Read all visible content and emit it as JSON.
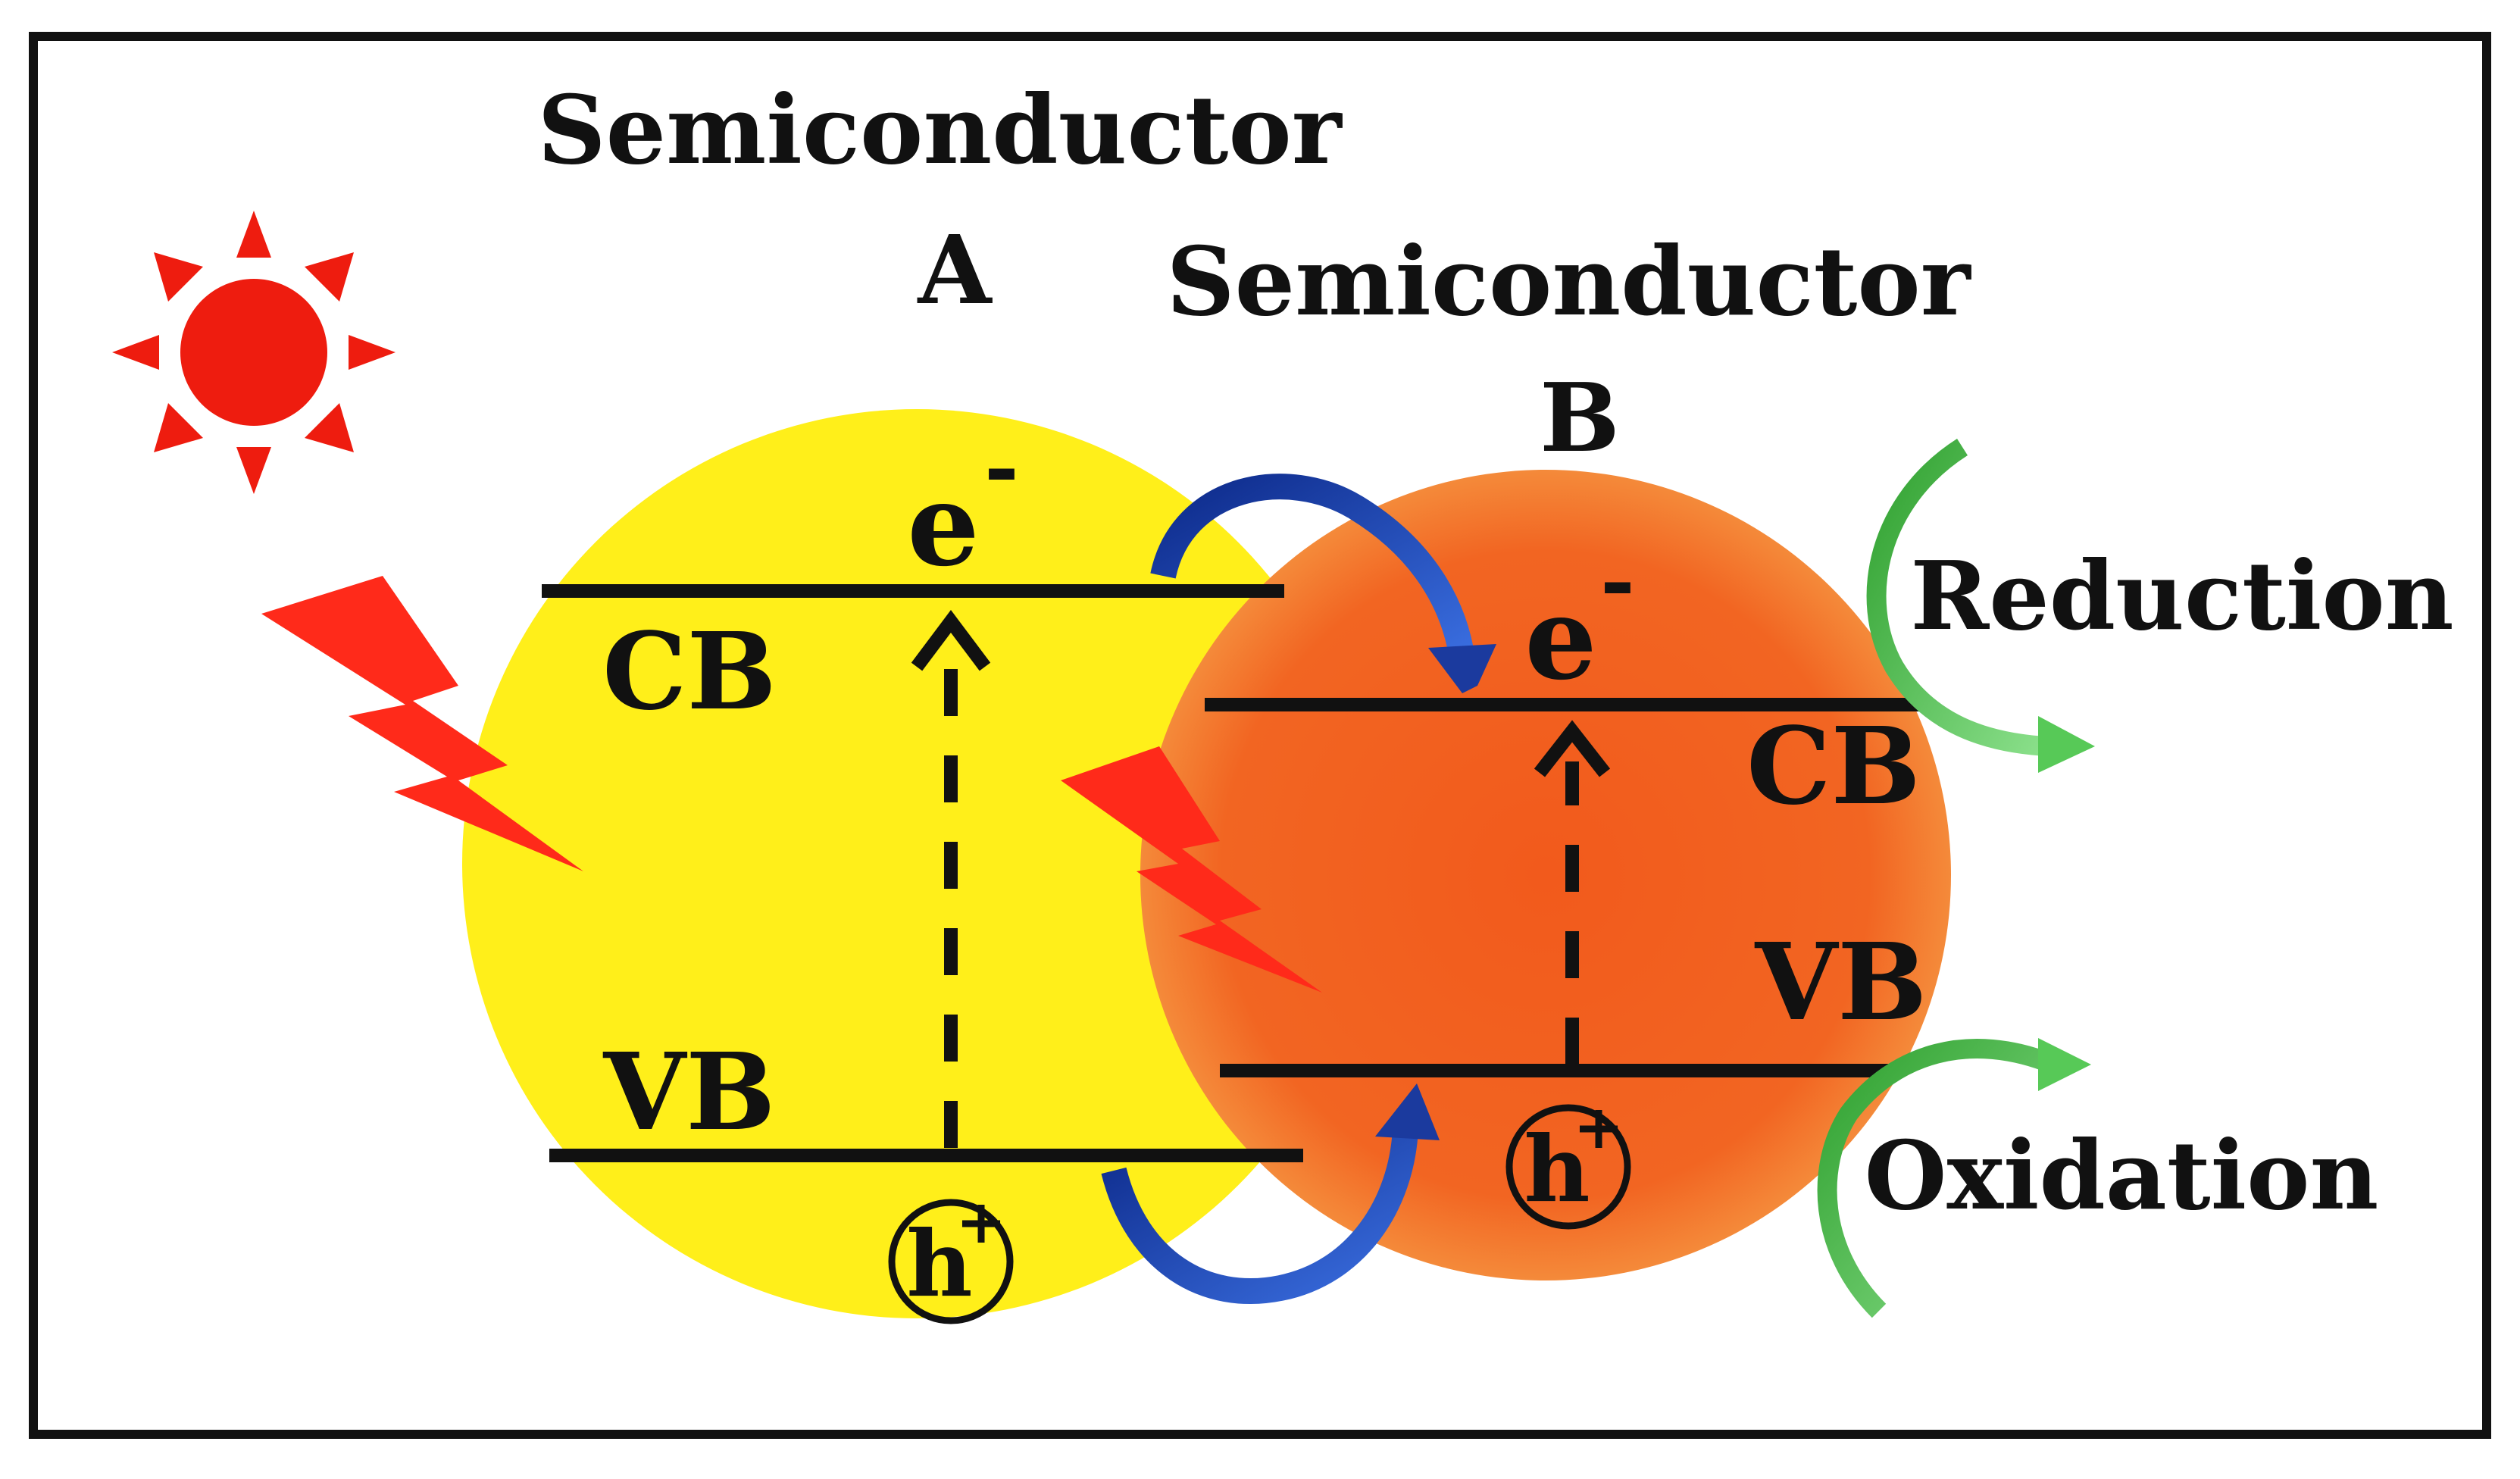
{
  "labels": {
    "semiconductor_a_title": "Semiconductor",
    "semiconductor_a_letter": "A",
    "semiconductor_b_title": "Semiconductor",
    "semiconductor_b_letter": "B",
    "a_cb": "CB",
    "a_vb": "VB",
    "b_cb": "CB",
    "b_vb": "VB",
    "electron_base": "e",
    "electron_sup": "-",
    "hole_base": "h",
    "hole_sup": "+",
    "reduction": "Reduction",
    "oxidation": "Oxidation"
  },
  "colors": {
    "frame": "#111111",
    "semiconductor_a": "#ffef1a",
    "semiconductor_b": "#f26522",
    "sun": "#ee1c0f",
    "lightning": "#ff2a1a",
    "transfer_arrow": "#1b3a9e",
    "reaction_arrow": "#3dbb3d",
    "band_line": "#111111"
  },
  "icons": [
    "sun-icon",
    "lightning-icon",
    "electron-transfer-arrow",
    "hole-transfer-arrow",
    "reduction-arrow",
    "oxidation-arrow"
  ]
}
